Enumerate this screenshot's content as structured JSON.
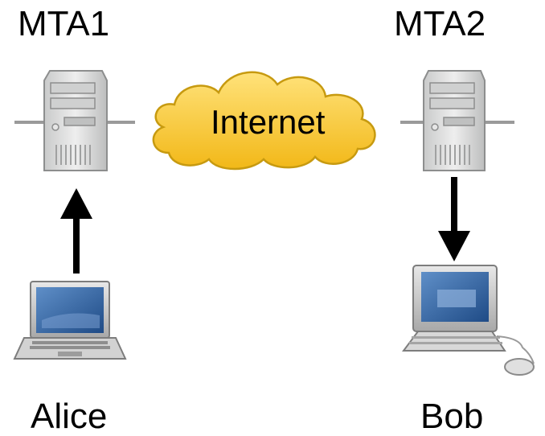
{
  "nodes": {
    "mta1": {
      "label": "MTA1"
    },
    "mta2": {
      "label": "MTA2"
    },
    "internet": {
      "label": "Internet"
    },
    "alice": {
      "label": "Alice"
    },
    "bob": {
      "label": "Bob"
    }
  },
  "colors": {
    "cloud_fill": "#f6c830",
    "cloud_stroke": "#c79a10",
    "server_body": "#d9dada",
    "arrow": "#000000",
    "screen": "#2d5e9e"
  },
  "icons": {
    "mta1": "server-icon",
    "mta2": "server-icon",
    "internet": "cloud-icon",
    "alice": "laptop-icon",
    "bob": "desktop-computer-icon"
  }
}
